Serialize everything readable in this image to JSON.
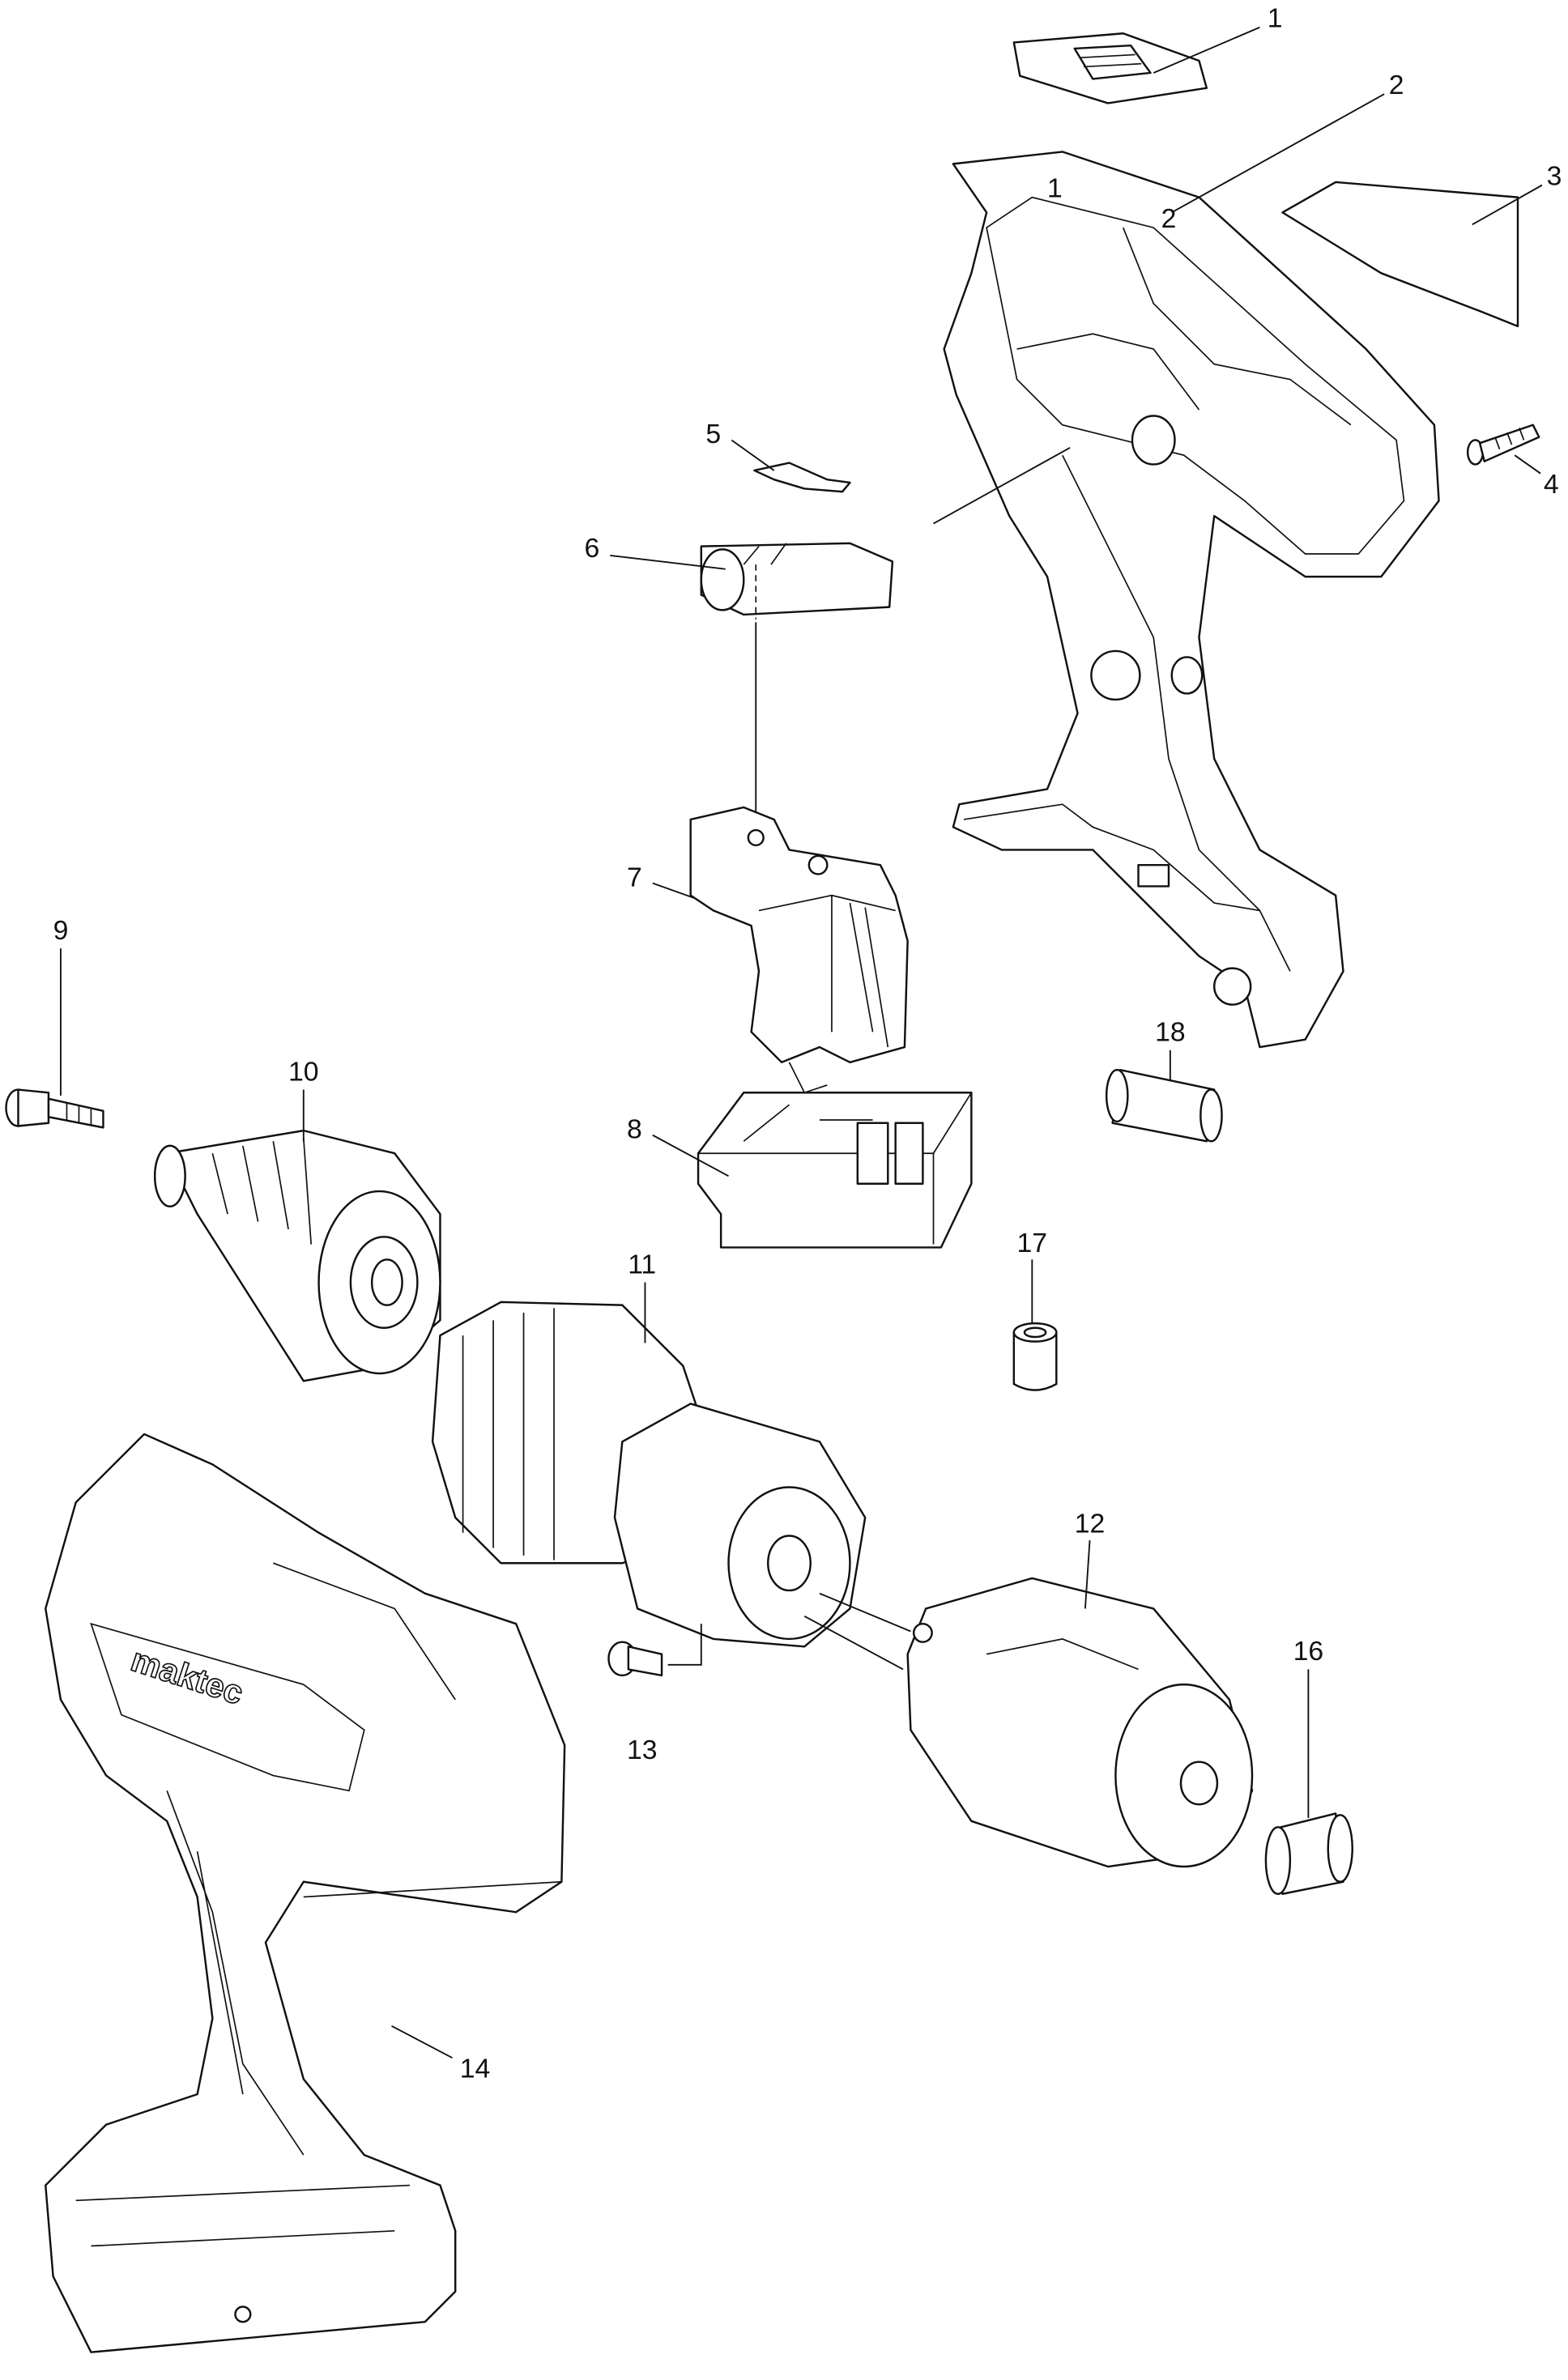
{
  "diagram": {
    "type": "exploded-parts-diagram",
    "brand_logo": "maktec",
    "housing_marks": [
      "1",
      "2"
    ],
    "labels": {
      "p1": "1",
      "p2": "2",
      "p3": "3",
      "p4": "4",
      "p5": "5",
      "p6": "6",
      "p7": "7",
      "p8": "8",
      "p9": "9",
      "p10": "10",
      "p11": "11",
      "p12": "12",
      "p13": "13",
      "p14": "14",
      "p16": "16",
      "p17": "17",
      "p18": "18"
    }
  }
}
